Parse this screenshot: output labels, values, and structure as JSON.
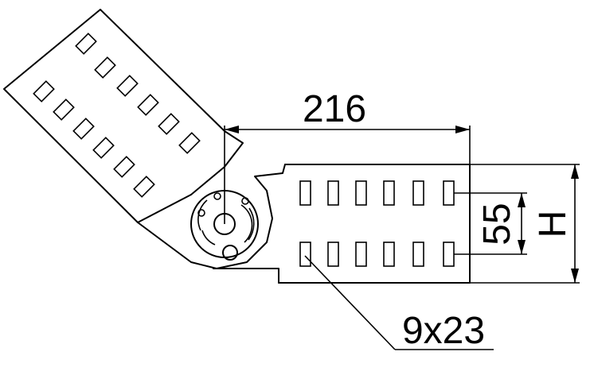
{
  "drawing": {
    "dimensions": {
      "length": "216",
      "slot_spacing": "55",
      "height": "H",
      "slot_size": "9x23"
    }
  }
}
